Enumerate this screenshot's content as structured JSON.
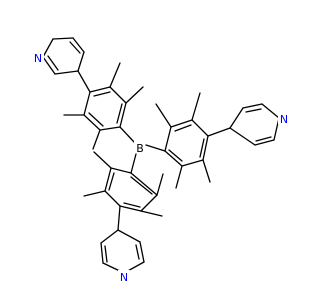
{
  "molecule": {
    "central_atom": {
      "symbol": "B",
      "color": "#000000"
    },
    "ring_nitrogens": [
      {
        "symbol": "N",
        "color": "#0000ff"
      },
      {
        "symbol": "N",
        "color": "#0000ff"
      },
      {
        "symbol": "N",
        "color": "#0000ff"
      }
    ],
    "bond_color": "#000000",
    "background_color": "#ffffff"
  }
}
